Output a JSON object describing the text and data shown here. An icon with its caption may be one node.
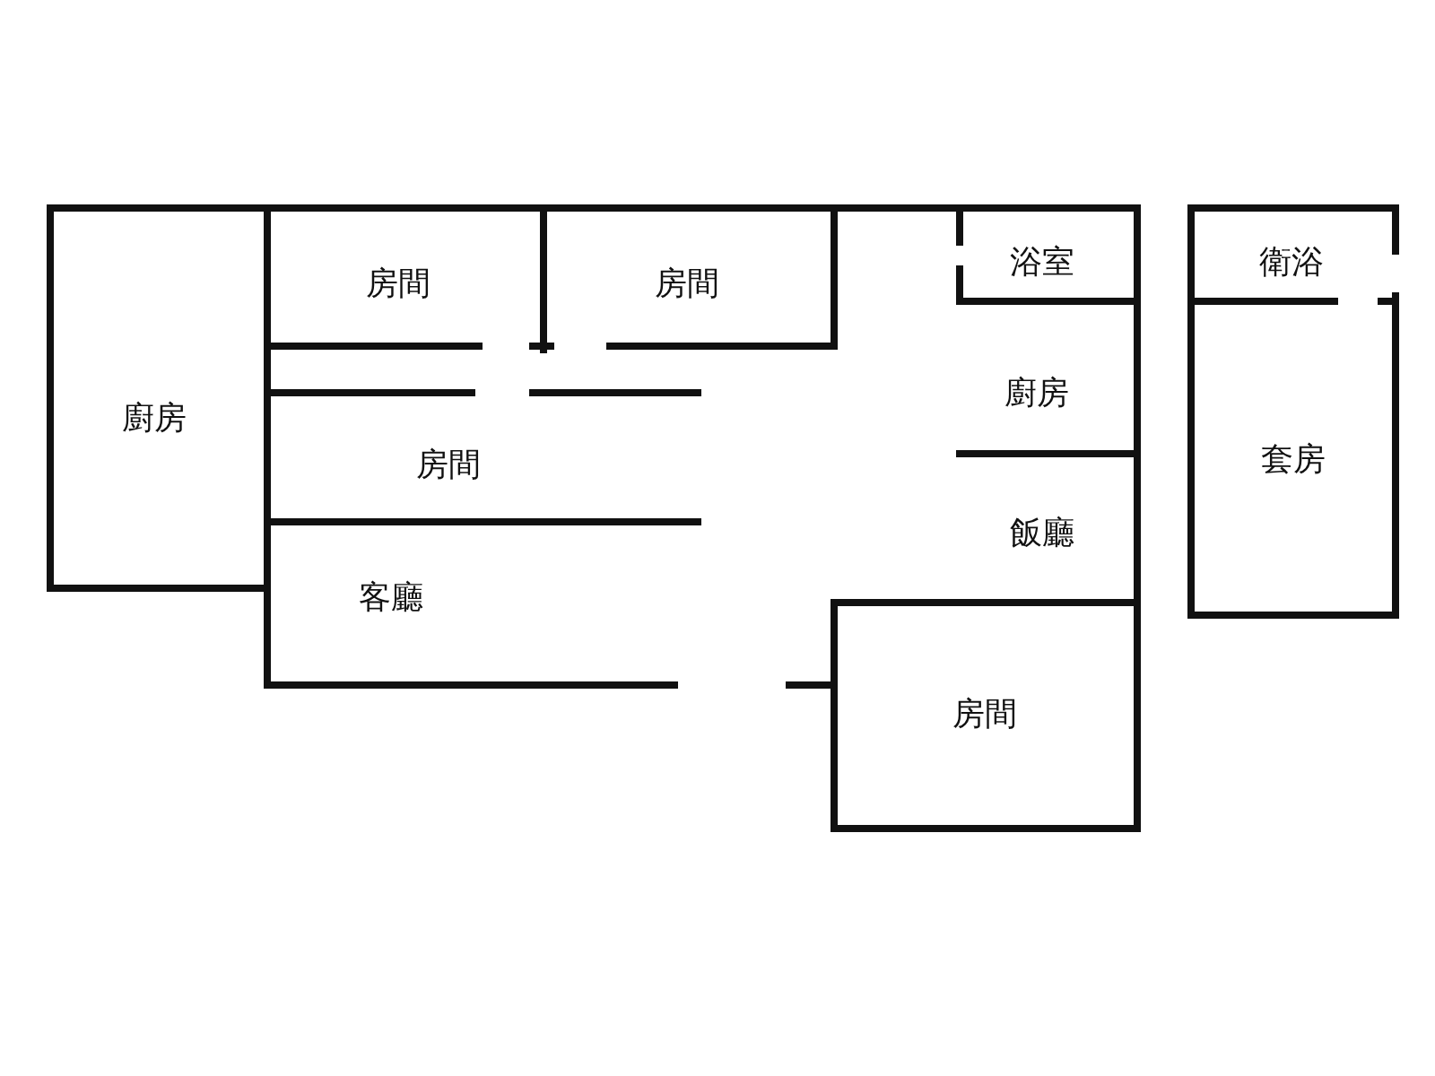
{
  "diagram": {
    "labels": [
      "房間",
      "房間",
      "浴室",
      "衛浴",
      "廚房",
      "廚房",
      "套房",
      "房間",
      "飯廳",
      "客廳",
      "房間"
    ]
  }
}
